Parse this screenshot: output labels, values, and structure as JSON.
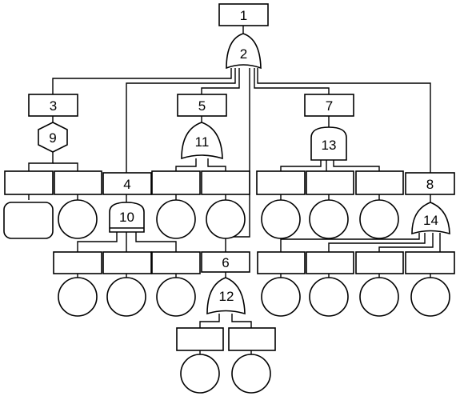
{
  "events": {
    "e1": "1",
    "e3": "3",
    "e4": "4",
    "e5": "5",
    "e6": "6",
    "e7": "7",
    "e8": "8"
  },
  "gates": {
    "g2": {
      "label": "2",
      "type": "or"
    },
    "g9": {
      "label": "9",
      "type": "hexagon"
    },
    "g10": {
      "label": "10",
      "type": "and"
    },
    "g11": {
      "label": "11",
      "type": "or"
    },
    "g12": {
      "label": "12",
      "type": "or"
    },
    "g13": {
      "label": "13",
      "type": "and"
    },
    "g14": {
      "label": "14",
      "type": "or"
    }
  }
}
